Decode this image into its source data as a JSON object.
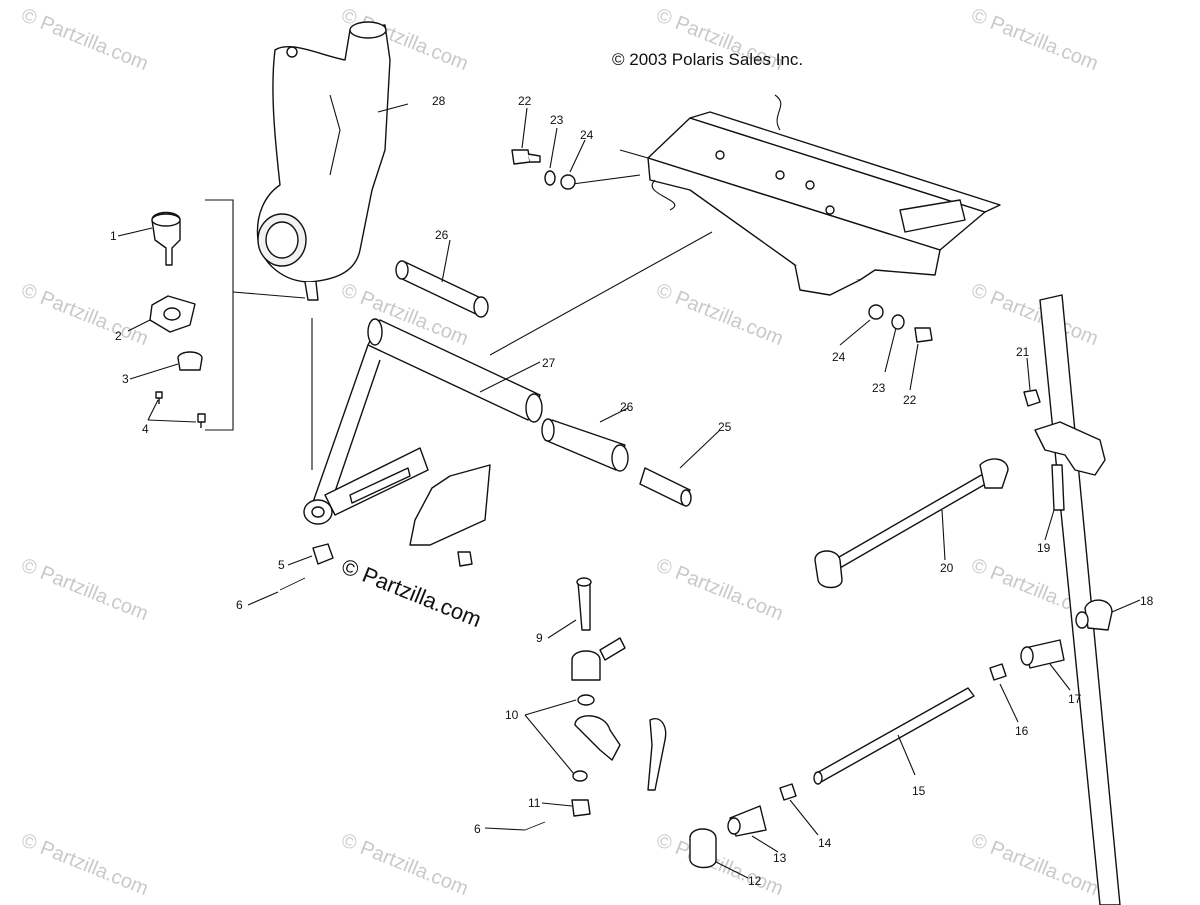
{
  "copyright": "© 2003 Polaris Sales Inc.",
  "watermark": "© Partzilla.com",
  "watermark_center": "© Partzilla.com",
  "callouts": {
    "p1": "1",
    "p2": "2",
    "p3": "3",
    "p4": "4",
    "p5": "5",
    "p6a": "6",
    "p6b": "6",
    "p9": "9",
    "p10": "10",
    "p11": "11",
    "p12": "12",
    "p13": "13",
    "p14": "14",
    "p15": "15",
    "p16": "16",
    "p17": "17",
    "p18": "18",
    "p19": "19",
    "p20": "20",
    "p21": "21",
    "p22a": "22",
    "p22b": "22",
    "p23a": "23",
    "p23b": "23",
    "p24a": "24",
    "p24b": "24",
    "p25": "25",
    "p26a": "26",
    "p26b": "26",
    "p27": "27",
    "p28": "28"
  }
}
